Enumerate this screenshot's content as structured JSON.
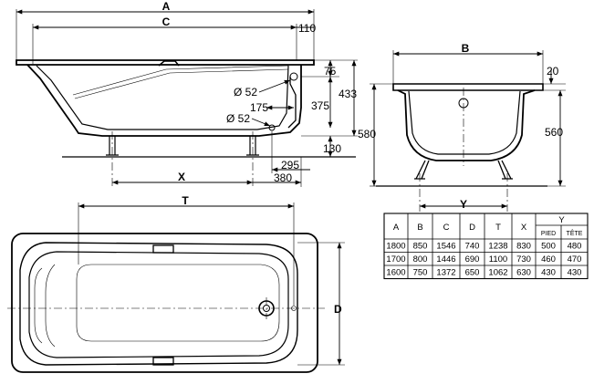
{
  "labels": {
    "A": "A",
    "C": "C",
    "B": "B",
    "X": "X",
    "T": "T",
    "Y": "Y",
    "D": "D",
    "d110": "110",
    "d75": "75",
    "d433": "433",
    "d375": "375",
    "d580": "580",
    "d130": "130",
    "d295": "295",
    "d380": "380",
    "d175": "175",
    "dia52a": "Ø 52",
    "dia52b": "Ø 52",
    "d20": "20",
    "d560": "560"
  },
  "table": {
    "headers": [
      "A",
      "B",
      "C",
      "D",
      "T",
      "X"
    ],
    "y_header": "Y",
    "y_sub": [
      "PIED",
      "TÊTE"
    ],
    "rows": [
      [
        "1800",
        "850",
        "1546",
        "740",
        "1238",
        "830",
        "500",
        "480"
      ],
      [
        "1700",
        "800",
        "1446",
        "690",
        "1100",
        "730",
        "460",
        "470"
      ],
      [
        "1600",
        "750",
        "1372",
        "650",
        "1062",
        "630",
        "430",
        "430"
      ]
    ]
  }
}
